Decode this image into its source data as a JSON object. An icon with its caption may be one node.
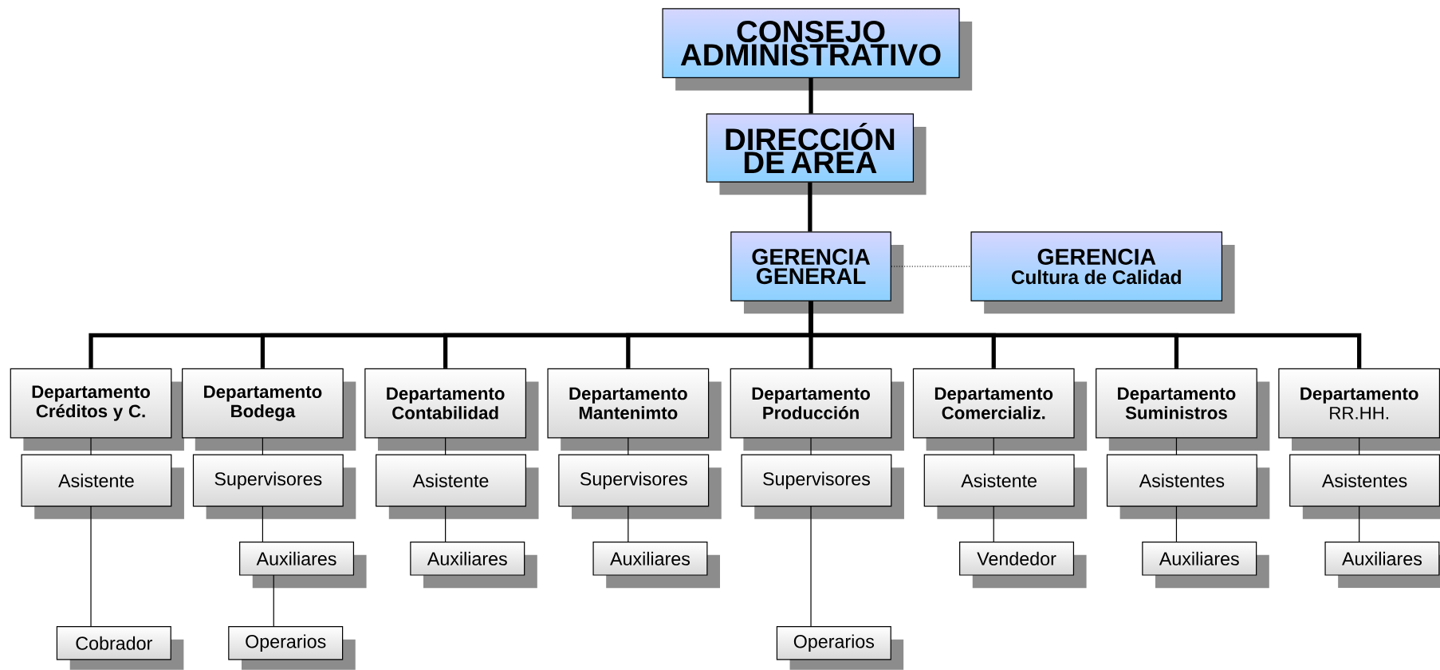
{
  "diagram": {
    "nodes": [
      {
        "text": [
          "CONSEJO ADMINISTRATIVO"
        ]
      },
      {
        "text": [
          "DIRECCIÓN DE AREA"
        ]
      },
      {
        "text": [
          "GERENCIA GENERAL"
        ]
      },
      {
        "text": [
          "GERENCIA",
          "Cultura de Calidad"
        ]
      },
      {
        "text": [
          "Departamento",
          "Créditos y C."
        ]
      },
      {
        "text": [
          "Departamento",
          "Bodega"
        ]
      },
      {
        "text": [
          "Departamento",
          "Contabilidad"
        ]
      },
      {
        "text": [
          "Departamento",
          "Mantenimto"
        ]
      },
      {
        "text": [
          "Departamento",
          "Producción"
        ]
      },
      {
        "text": [
          "Departamento",
          "Comercializ."
        ]
      },
      {
        "text": [
          "Departamento",
          "Suministros"
        ]
      },
      {
        "text": [
          "Departamento",
          "RR.HH."
        ]
      },
      {
        "text": [
          "Asistente"
        ]
      },
      {
        "text": [
          "Supervisores"
        ]
      },
      {
        "text": [
          "Asistente"
        ]
      },
      {
        "text": [
          "Supervisores"
        ]
      },
      {
        "text": [
          "Supervisores"
        ]
      },
      {
        "text": [
          "Asistente"
        ]
      },
      {
        "text": [
          "Asistentes"
        ]
      },
      {
        "text": [
          "Asistentes"
        ]
      },
      {
        "text": [
          "Auxiliares"
        ]
      },
      {
        "text": [
          "Auxiliares"
        ]
      },
      {
        "text": [
          "Auxiliares"
        ]
      },
      {
        "text": [
          "Vendedor"
        ]
      },
      {
        "text": [
          "Auxiliares"
        ]
      },
      {
        "text": [
          "Auxiliares"
        ]
      },
      {
        "text": [
          "Cobrador"
        ]
      },
      {
        "text": [
          "Operarios"
        ]
      },
      {
        "text": [
          "Operarios"
        ]
      }
    ],
    "edges": [
      {
        "from": 0,
        "to": 1,
        "arrow": "none",
        "style": "thick"
      },
      {
        "from": 1,
        "to": 2,
        "arrow": "none",
        "style": "thick"
      },
      {
        "from": 2,
        "to": 3,
        "arrow": "none",
        "style": "dashed"
      },
      {
        "from": 2,
        "to": 4,
        "arrow": "none",
        "style": "thick"
      },
      {
        "from": 2,
        "to": 5,
        "arrow": "none",
        "style": "thick"
      },
      {
        "from": 2,
        "to": 6,
        "arrow": "none",
        "style": "thick"
      },
      {
        "from": 2,
        "to": 7,
        "arrow": "none",
        "style": "thick"
      },
      {
        "from": 2,
        "to": 8,
        "arrow": "none",
        "style": "thick"
      },
      {
        "from": 2,
        "to": 9,
        "arrow": "none",
        "style": "thick"
      },
      {
        "from": 2,
        "to": 10,
        "arrow": "none",
        "style": "thick"
      },
      {
        "from": 2,
        "to": 11,
        "arrow": "none",
        "style": "thick"
      },
      {
        "from": 4,
        "to": 12,
        "arrow": "none"
      },
      {
        "from": 5,
        "to": 13,
        "arrow": "none"
      },
      {
        "from": 6,
        "to": 14,
        "arrow": "none"
      },
      {
        "from": 7,
        "to": 15,
        "arrow": "none"
      },
      {
        "from": 8,
        "to": 16,
        "arrow": "none"
      },
      {
        "from": 9,
        "to": 17,
        "arrow": "none"
      },
      {
        "from": 10,
        "to": 18,
        "arrow": "none"
      },
      {
        "from": 11,
        "to": 19,
        "arrow": "none"
      },
      {
        "from": 13,
        "to": 20,
        "arrow": "none"
      },
      {
        "from": 14,
        "to": 21,
        "arrow": "none"
      },
      {
        "from": 15,
        "to": 22,
        "arrow": "none"
      },
      {
        "from": 17,
        "to": 23,
        "arrow": "none"
      },
      {
        "from": 18,
        "to": 24,
        "arrow": "none"
      },
      {
        "from": 19,
        "to": 25,
        "arrow": "none"
      },
      {
        "from": 12,
        "to": 26,
        "arrow": "none"
      },
      {
        "from": 20,
        "to": 27,
        "arrow": "none"
      },
      {
        "from": 16,
        "to": 28,
        "arrow": "none"
      }
    ]
  }
}
